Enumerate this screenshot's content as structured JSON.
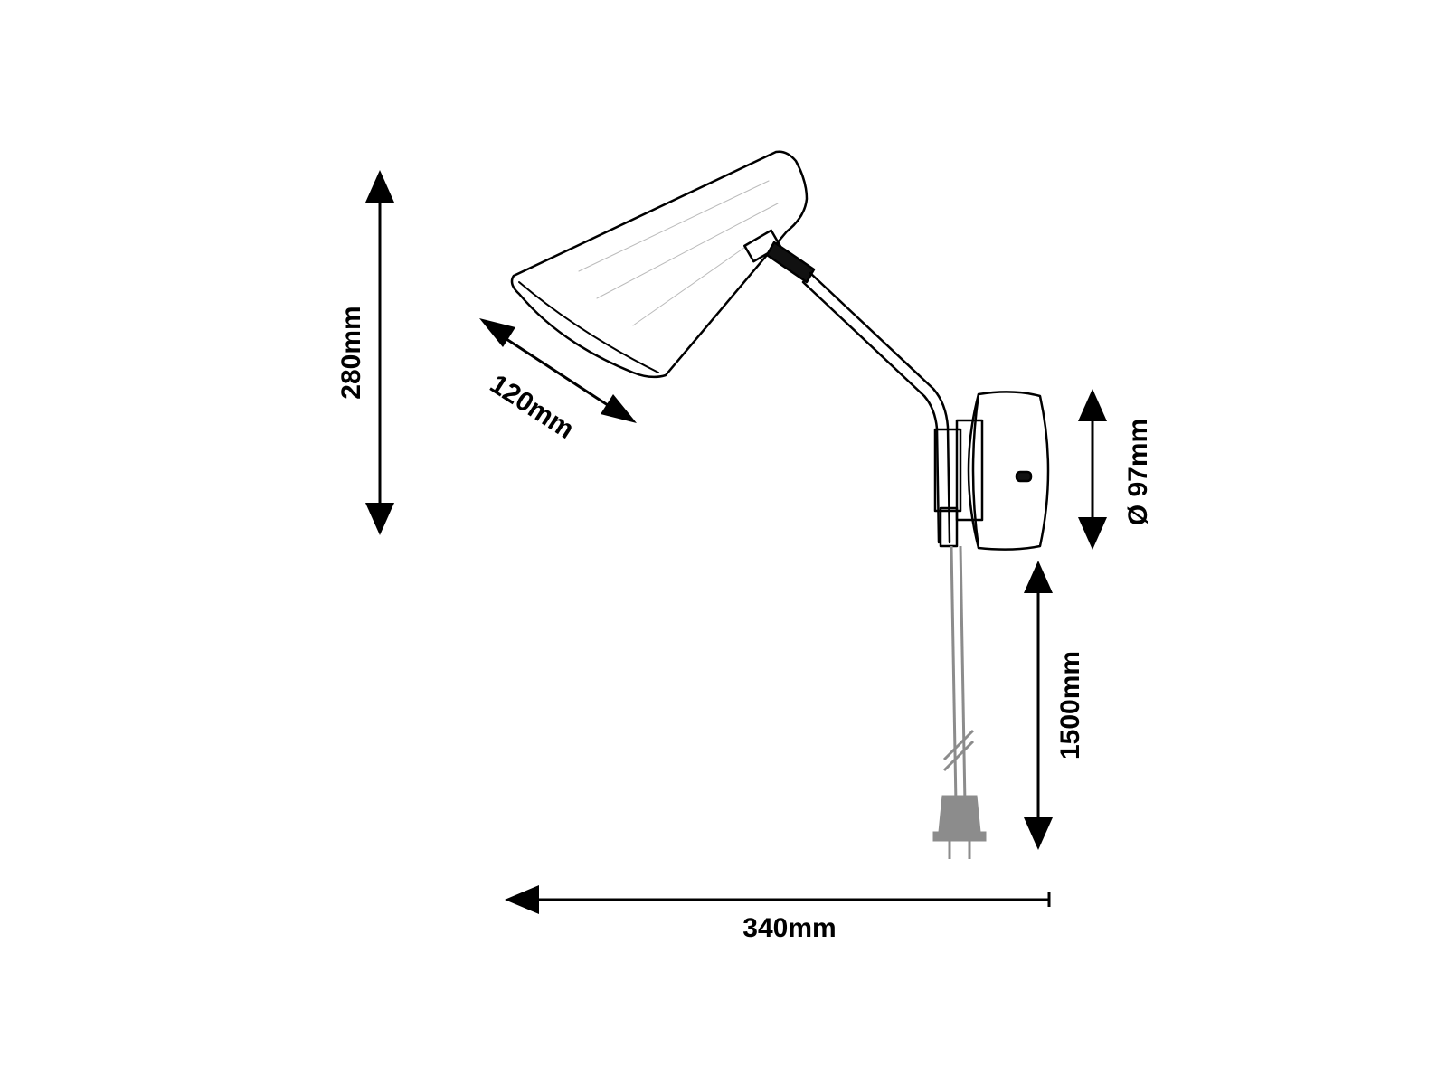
{
  "dimensions": {
    "height": "280mm",
    "shade_diameter": "120mm",
    "base_diameter": "Ø 97mm",
    "cable_length": "1500mm",
    "projection": "340mm"
  },
  "colors": {
    "line": "#000000",
    "cable": "#8c8c8c",
    "background": "#ffffff"
  }
}
